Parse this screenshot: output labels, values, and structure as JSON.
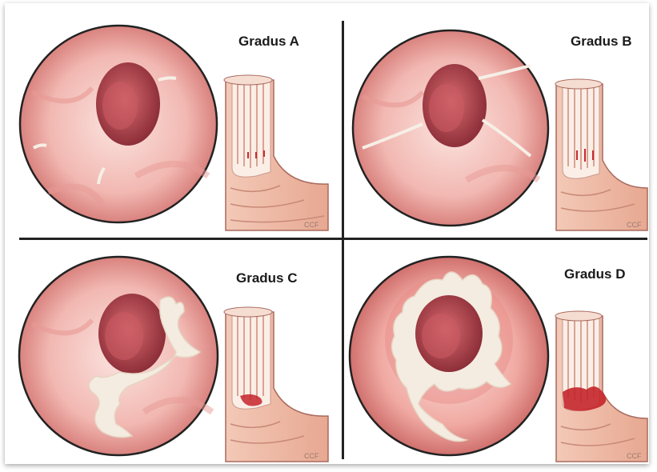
{
  "panels": [
    {
      "id": "a",
      "label": "Gradus A",
      "ccf": "CCF"
    },
    {
      "id": "b",
      "label": "Gradus B",
      "ccf": "CCF"
    },
    {
      "id": "c",
      "label": "Gradus C",
      "ccf": "CCF"
    },
    {
      "id": "d",
      "label": "Gradus D",
      "ccf": "CCF"
    }
  ],
  "colors": {
    "mucosa": "#f2b2ad",
    "mucosa_dark": "#c8686a",
    "lumen": "#b5474f",
    "erosion": "#f4ece1",
    "bleed": "#c4252a",
    "divider": "#222222"
  }
}
